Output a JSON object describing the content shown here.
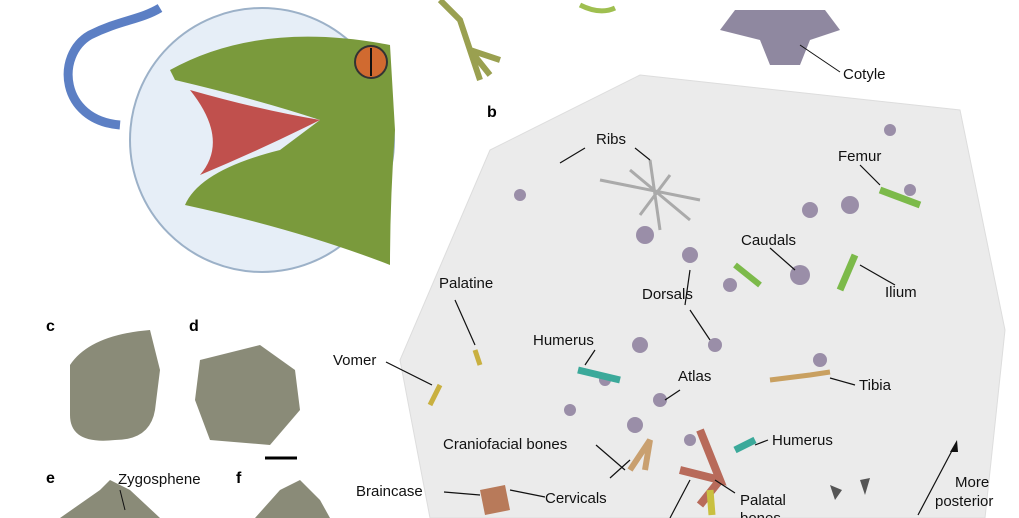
{
  "panels": {
    "b": "b",
    "c": "c",
    "d": "d",
    "e": "e",
    "f": "f"
  },
  "labels": {
    "cotyle": "Cotyle",
    "ribs": "Ribs",
    "femur": "Femur",
    "caudals": "Caudals",
    "ilium": "Ilium",
    "palatine": "Palatine",
    "dorsals": "Dorsals",
    "vomer": "Vomer",
    "humerus_left": "Humerus",
    "atlas": "Atlas",
    "tibia": "Tibia",
    "craniofacial": "Craniofacial bones",
    "humerus_right": "Humerus",
    "braincase": "Braincase",
    "cervicals": "Cervicals",
    "palatal_1": "Palatal",
    "palatal_2": "bones",
    "zygosphene": "Zygosphene",
    "direction_1": "More",
    "direction_2": "posterior"
  },
  "colors": {
    "matrix": "#e9e9e9",
    "bone": "#9a8ea8",
    "femur": "#7cba4a",
    "humerus": "#3ba99a",
    "palatal": "#c9b040",
    "skull": "#b86a5a",
    "vertebra": "#8a8b78"
  }
}
